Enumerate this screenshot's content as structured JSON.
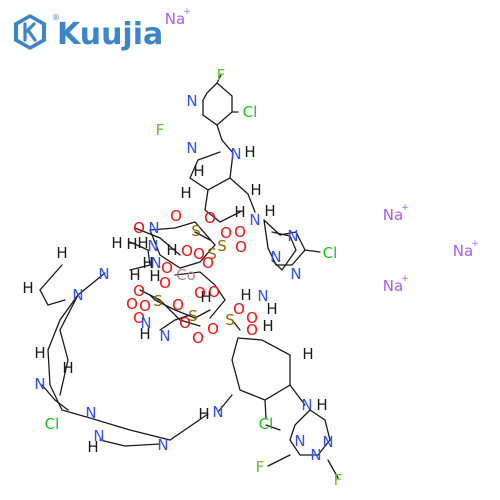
{
  "logo": {
    "brand": "Kuujia",
    "registered": "®",
    "icon": "k-hexagon-logo-icon"
  },
  "colors": {
    "carbon": "#1a1a1a",
    "nitrogen": "#3050f8",
    "oxygen": "#ff0d0d",
    "sulfur": "#8a6a00",
    "fluorine": "#61c230",
    "chlorine": "#1fbf1f",
    "cobalt": "#c77a8e",
    "sodium": "#ab5cf2",
    "logo_blue": "#3b86c8"
  },
  "counterions": [
    {
      "symbol": "Na",
      "charge": "+"
    },
    {
      "symbol": "Na",
      "charge": "+"
    },
    {
      "symbol": "Na",
      "charge": "+"
    },
    {
      "symbol": "Na",
      "charge": "+"
    }
  ],
  "atoms": {
    "H": "H",
    "N": "N",
    "O": "O",
    "S": "S",
    "F": "F",
    "Cl": "Cl",
    "Co": "Co",
    "NH": "N"
  }
}
